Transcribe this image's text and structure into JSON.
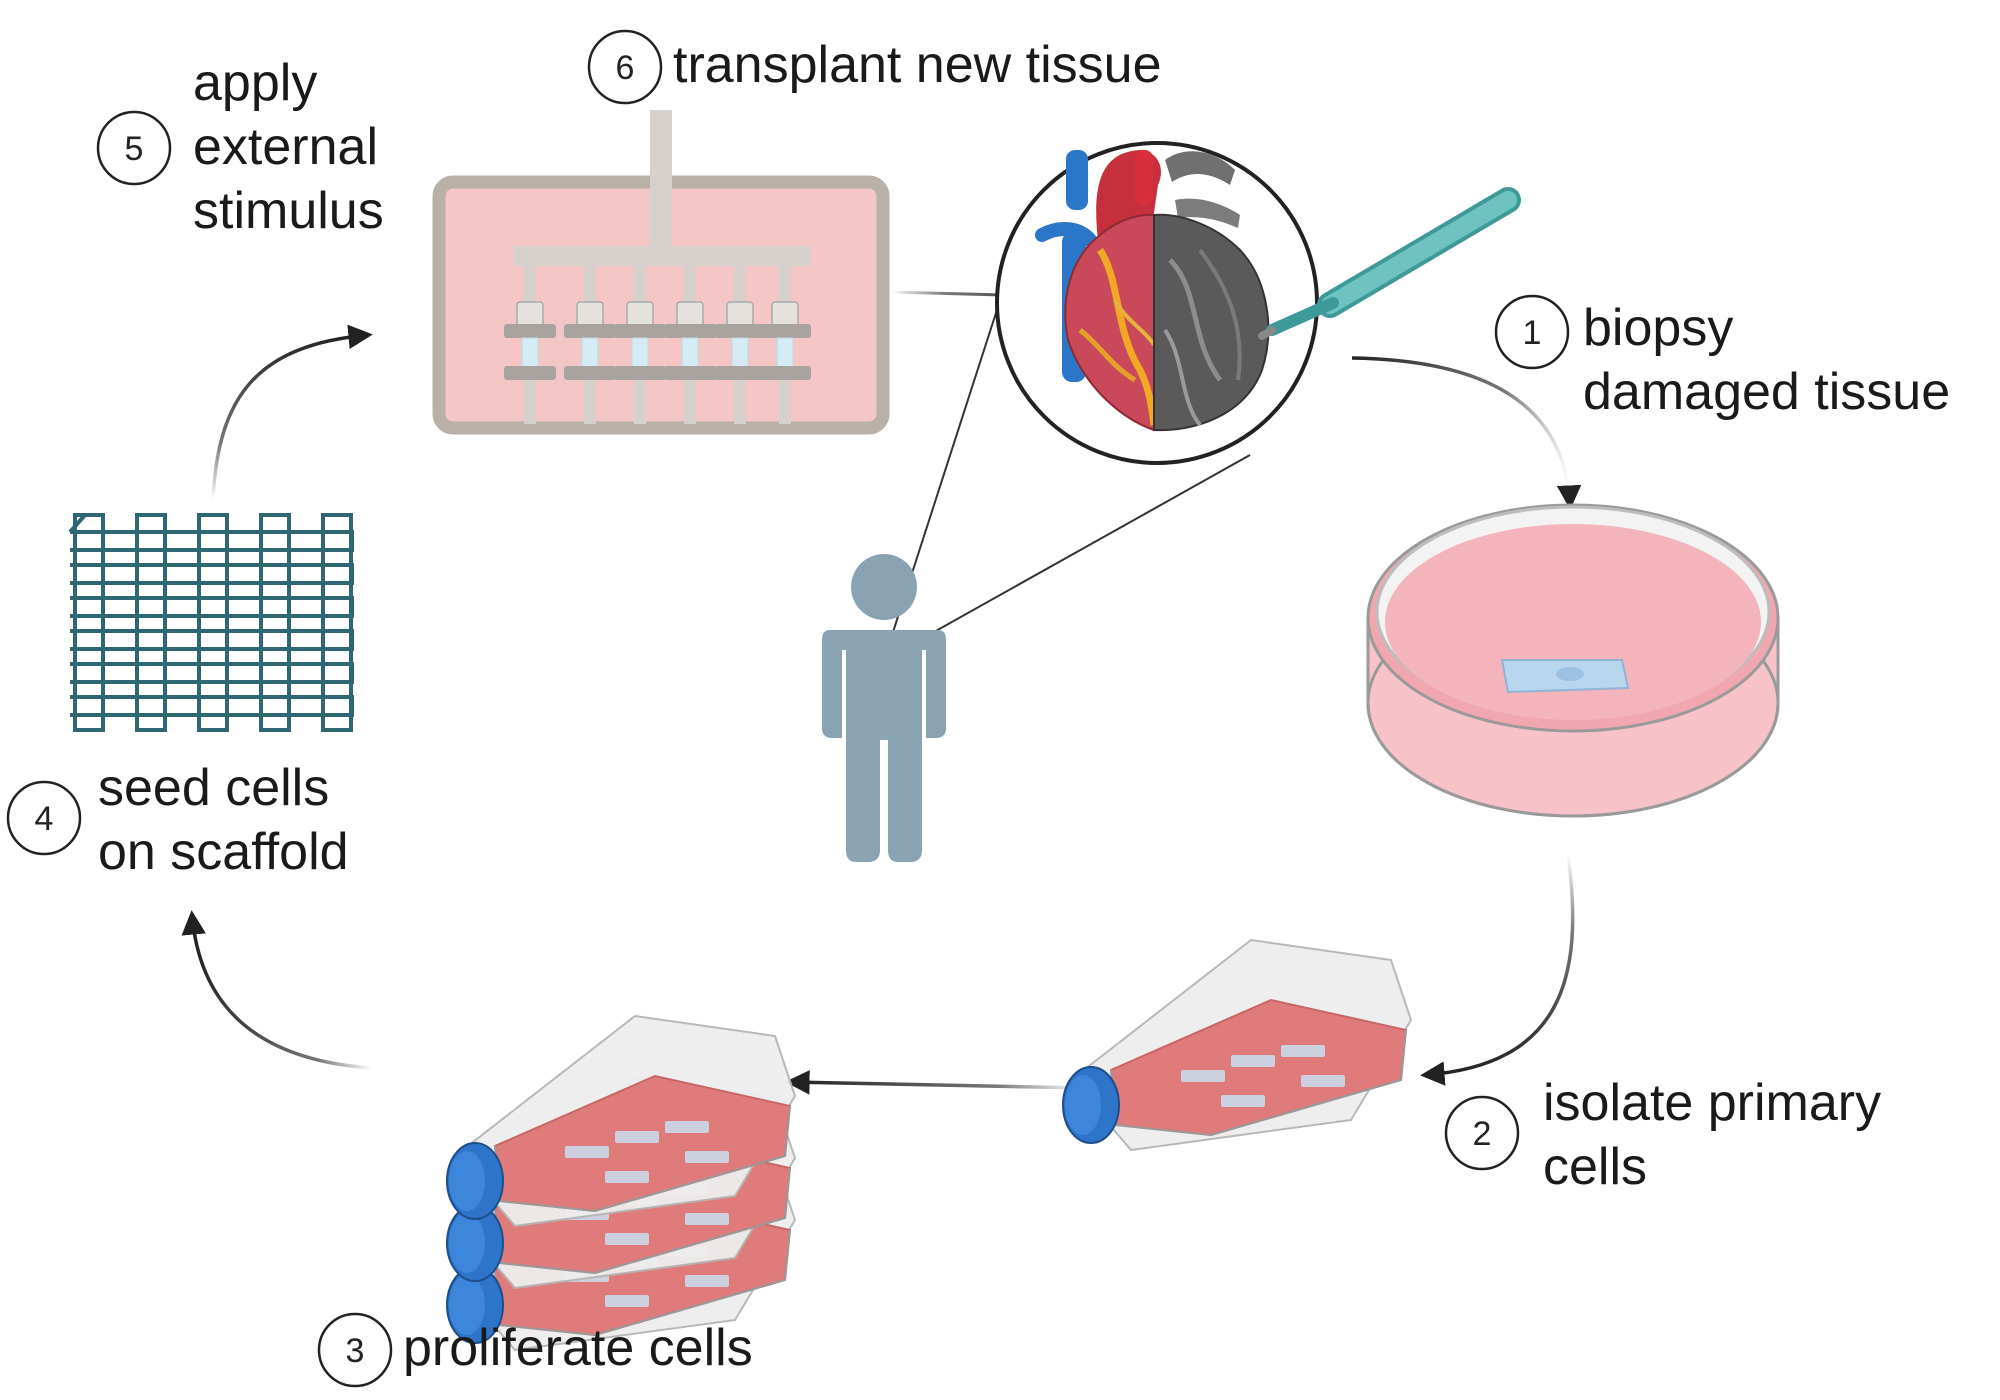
{
  "steps": [
    {
      "number": "1",
      "lines": [
        "biopsy",
        "damaged tissue"
      ]
    },
    {
      "number": "2",
      "lines": [
        "isolate primary",
        "cells"
      ]
    },
    {
      "number": "3",
      "lines": [
        "proliferate cells"
      ]
    },
    {
      "number": "4",
      "lines": [
        "seed cells",
        "on scaffold"
      ]
    },
    {
      "number": "5",
      "lines": [
        "apply",
        "external",
        "stimulus"
      ]
    },
    {
      "number": "6",
      "lines": [
        "transplant new tissue"
      ]
    }
  ],
  "colors": {
    "arrow": "#222222",
    "person": "#8aa3b3",
    "scaffold": "#2e6673",
    "bioreactor_fill": "#f4c6c6",
    "bioreactor_frame": "#b9b0a8",
    "media_red": "#e07b7b",
    "cap_blue": "#2e74c9",
    "heart_red": "#c62f3c",
    "heart_gray": "#555555",
    "vessel_blue": "#2a76c8",
    "tool_teal": "#5fb7b5"
  },
  "icons": [
    "heart-icon",
    "biopsy-punch-icon",
    "person-icon",
    "petri-dish-icon",
    "culture-flask-icon",
    "stacked-flasks-icon",
    "scaffold-mesh-icon",
    "bioreactor-icon"
  ]
}
